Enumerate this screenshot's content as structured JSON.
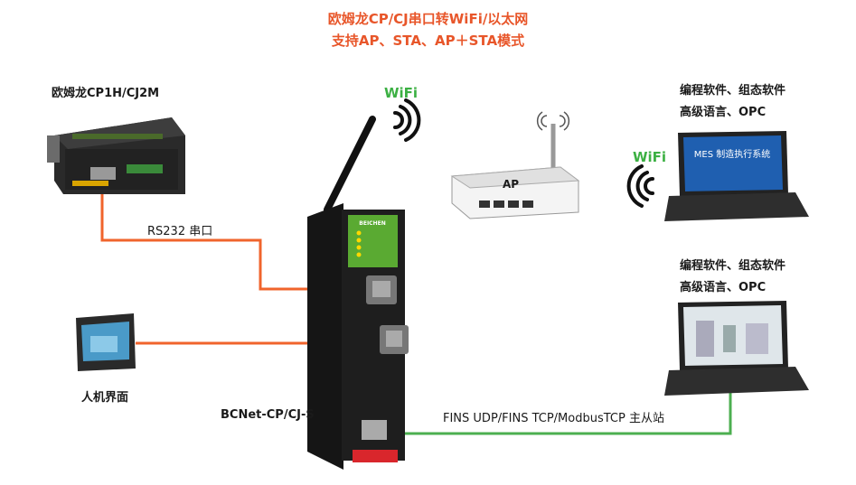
{
  "title": {
    "line1": "欧姆龙CP/CJ串口转WiFi/以太网",
    "line2": "支持AP、STA、AP＋STA模式"
  },
  "plc": {
    "label": "欧姆龙CP1H/CJ2M"
  },
  "hmi": {
    "label": "人机界面"
  },
  "gateway": {
    "label": "BCNet-CP/CJ-S",
    "brand": "BEICHEN"
  },
  "router": {
    "label": "AP"
  },
  "wifi_labels": {
    "top": "WiFi",
    "right": "WiFi"
  },
  "laptop_top": {
    "line1": "编程软件、组态软件",
    "line2": "高级语言、OPC",
    "screen_title": "MES 制造执行系统"
  },
  "laptop_bottom": {
    "line1": "编程软件、组态软件",
    "line2": "高级语言、OPC"
  },
  "connections": {
    "rs232": "RS232 串口",
    "ethernet": "FINS UDP/FINS TCP/ModbusTCP 主从站"
  },
  "colors": {
    "title": "#e8562a",
    "wifi": "#3cb043",
    "serial_line": "#f0642c",
    "ethernet_line": "#4caf50"
  }
}
